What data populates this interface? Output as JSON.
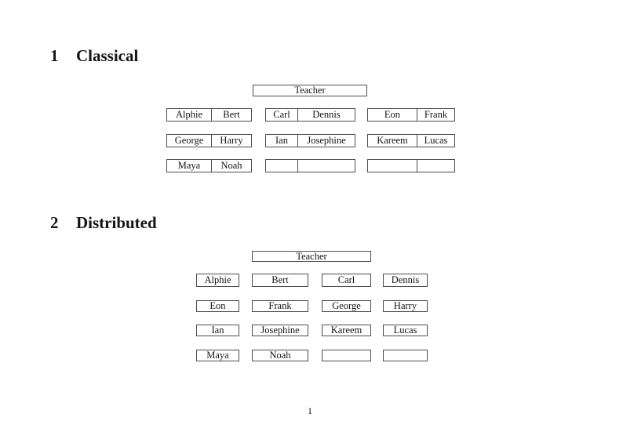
{
  "document": {
    "page_number": "1",
    "sections": [
      {
        "number": "1",
        "title": "Classical",
        "teacher_label": "Teacher",
        "desk_rows": [
          [
            [
              "Alphie",
              "Bert"
            ],
            [
              "Carl",
              "Dennis"
            ],
            [
              "Eon",
              "Frank"
            ]
          ],
          [
            [
              "George",
              "Harry"
            ],
            [
              "Ian",
              "Josephine"
            ],
            [
              "Kareem",
              "Lucas"
            ]
          ],
          [
            [
              "Maya",
              "Noah"
            ],
            [
              "",
              ""
            ],
            [
              "",
              ""
            ]
          ]
        ]
      },
      {
        "number": "2",
        "title": "Distributed",
        "teacher_label": "Teacher",
        "desk_rows": [
          [
            "Alphie",
            "Bert",
            "Carl",
            "Dennis"
          ],
          [
            "Eon",
            "Frank",
            "George",
            "Harry"
          ],
          [
            "Ian",
            "Josephine",
            "Kareem",
            "Lucas"
          ],
          [
            "Maya",
            "Noah",
            "",
            ""
          ]
        ]
      }
    ]
  }
}
